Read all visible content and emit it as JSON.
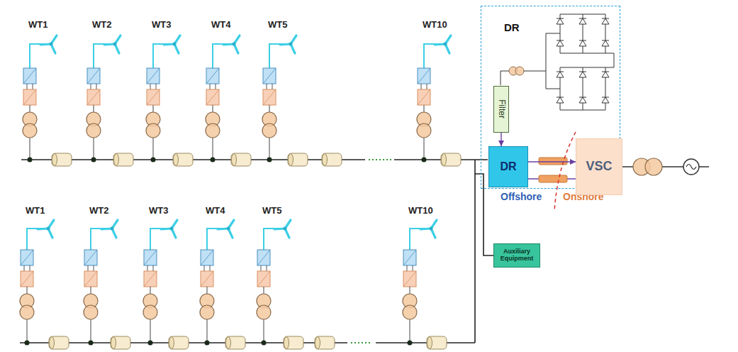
{
  "diagram": {
    "nodes": [
      {
        "text": [
          "DR"
        ]
      },
      {
        "text": [
          "Filter"
        ],
        "in": 0
      },
      {
        "text": [
          "DR"
        ],
        "in": 0
      },
      {
        "text": [
          "VSC"
        ]
      },
      {
        "text": [
          "Auxiliary Equipment"
        ]
      }
    ],
    "edges": [
      {
        "from": 1,
        "to": 2,
        "arrow": "to"
      },
      {
        "from": 2,
        "to": 3,
        "arrow": "to"
      }
    ],
    "labels": [
      "WT1",
      "WT2",
      "WT3",
      "WT4",
      "WT5",
      "WT10",
      "WT1",
      "WT2",
      "WT3",
      "WT4",
      "WT5",
      "WT10",
      "Offshore",
      "Onshore"
    ]
  }
}
